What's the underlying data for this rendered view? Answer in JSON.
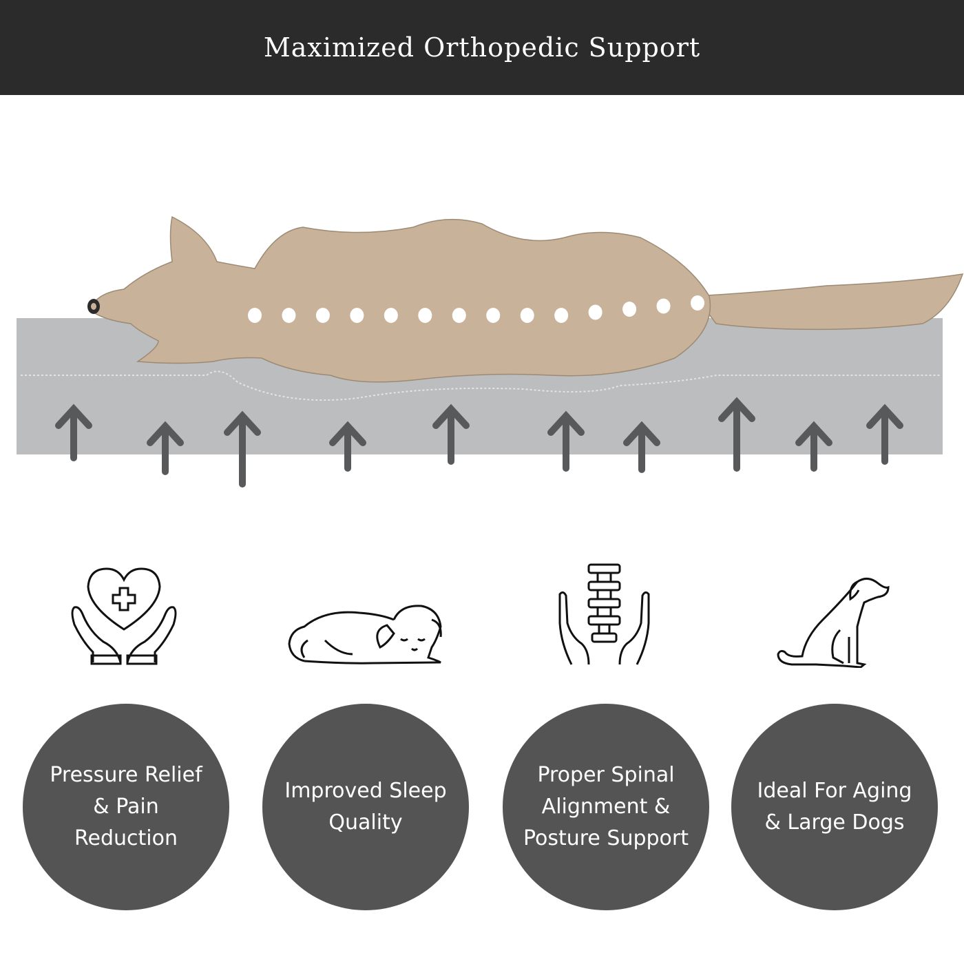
{
  "header": {
    "title": "Maximized Orthopedic Support"
  },
  "illustration": {
    "spine_dots": 14,
    "support_arrows": 10
  },
  "colors": {
    "header_bg": "#2b2b2b",
    "circle_bg": "#545454",
    "dog": "#c8b299",
    "mattress": "#bcbdbf",
    "arrow": "#58595b"
  },
  "benefits": [
    {
      "icon": "hands-heart-icon",
      "label": "Pressure Relief & Pain Reduction"
    },
    {
      "icon": "sleeping-dog-icon",
      "label": "Improved Sleep Quality"
    },
    {
      "icon": "hands-spine-icon",
      "label": "Proper Spinal Alignment & Posture Support"
    },
    {
      "icon": "sitting-dog-icon",
      "label": "Ideal For Aging & Large Dogs"
    }
  ]
}
